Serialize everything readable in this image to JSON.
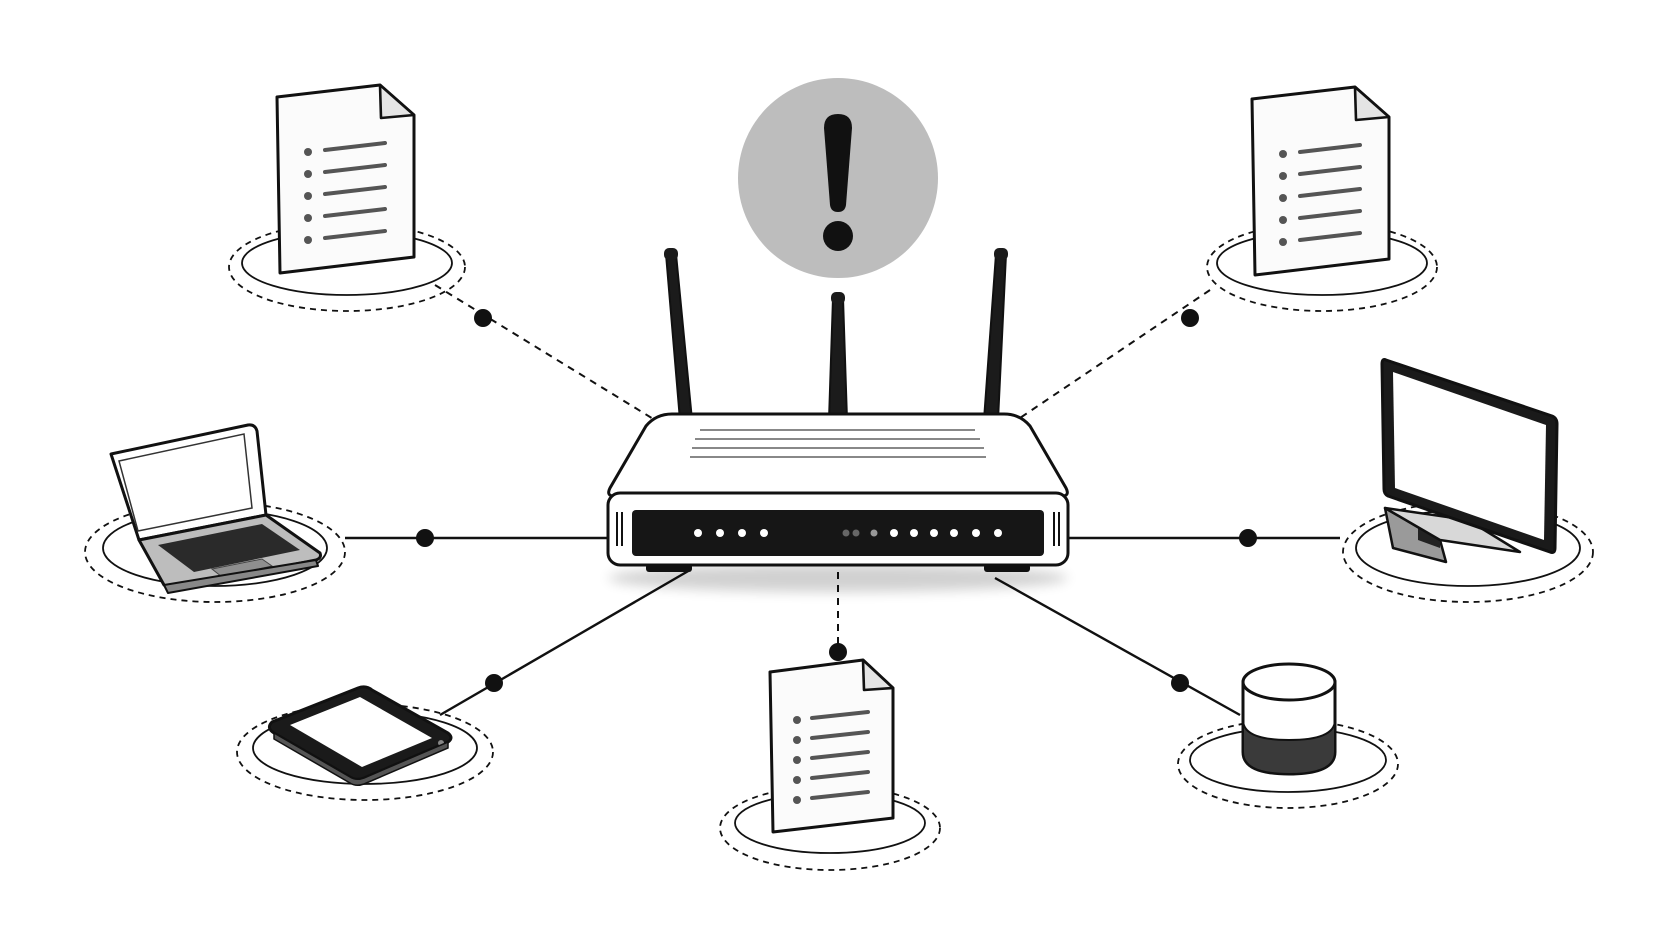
{
  "diagram": {
    "alert_color": "#bdbdbd",
    "ink_color": "#111111",
    "hub": {
      "device": "router",
      "antennas": 3,
      "alert_icon": "exclamation-icon"
    },
    "devices": [
      {
        "id": "laptop",
        "icon": "laptop-icon",
        "link": "solid"
      },
      {
        "id": "tablet",
        "icon": "tablet-icon",
        "link": "solid"
      },
      {
        "id": "document-top-left",
        "icon": "document-icon",
        "link": "dashed"
      },
      {
        "id": "document-bottom",
        "icon": "document-icon",
        "link": "dashed"
      },
      {
        "id": "document-top-right",
        "icon": "document-icon",
        "link": "dashed"
      },
      {
        "id": "monitor",
        "icon": "monitor-icon",
        "link": "solid"
      },
      {
        "id": "smart-speaker",
        "icon": "smart-speaker-icon",
        "link": "solid"
      }
    ]
  }
}
